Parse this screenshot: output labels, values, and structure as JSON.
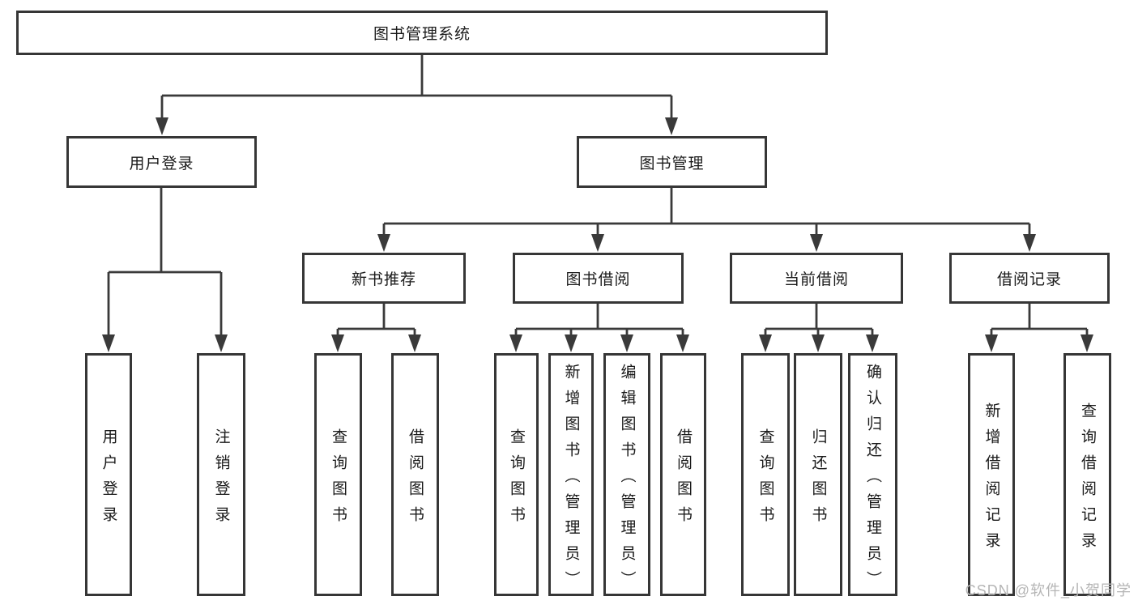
{
  "diagram": {
    "nodes": {
      "root": "图书管理系统",
      "user_login": "用户登录",
      "book_management": "图书管理",
      "new_book_recommend": "新书推荐",
      "book_borrowing": "图书借阅",
      "current_borrowing": "当前借阅",
      "borrowing_records": "借阅记录",
      "leaves": {
        "user_login_leaf": "用户登录",
        "logout": "注销登录",
        "query_books_a": "查询图书",
        "borrow_books_a": "借阅图书",
        "query_books_b": "查询图书",
        "add_books_admin": "新增图书（管理员）",
        "edit_books_admin": "编辑图书（管理员）",
        "borrow_books_b": "借阅图书",
        "query_books_c": "查询图书",
        "return_books": "归还图书",
        "confirm_return_admin": "确认归还（管理员）",
        "add_borrow_record": "新增借阅记录",
        "query_borrow_record": "查询借阅记录"
      }
    },
    "colors": {
      "line": "#3a3a3a",
      "box_border": "#363636",
      "text": "#1a1a1a",
      "watermark": "#b5b5b5",
      "background": "#ffffff"
    }
  },
  "watermark": "CSDN @软件_小贺同学"
}
